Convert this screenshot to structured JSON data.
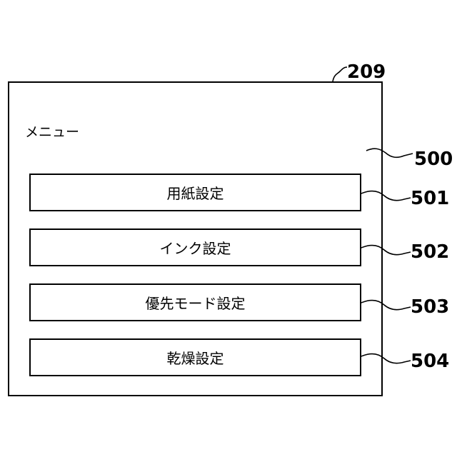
{
  "menu": {
    "title": "メニュー",
    "items": [
      {
        "label": "用紙設定"
      },
      {
        "label": "インク設定"
      },
      {
        "label": "優先モード設定"
      },
      {
        "label": "乾燥設定"
      }
    ]
  },
  "reference_numerals": {
    "screen": "209",
    "menu_screen": "500",
    "item_1": "501",
    "item_2": "502",
    "item_3": "503",
    "item_4": "504"
  }
}
